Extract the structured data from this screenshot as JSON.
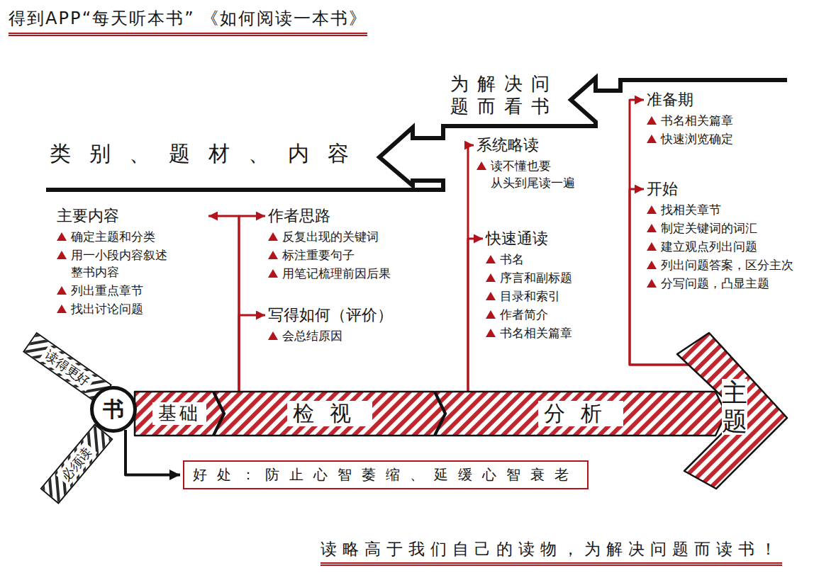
{
  "diagram": {
    "title": "得到APP“每天听本书” 《如何阅读一本书》",
    "caption": "读略高于我们自己的读物，为解决问题而读书！",
    "nodes": [
      {
        "text": [
          "为解决问 题而看书",
          "类别、题材、内容"
        ]
      },
      {
        "text": [
          "准备期",
          "书名相关篇章",
          "快速浏览确定"
        ]
      },
      {
        "text": [
          "系统略读",
          "读不懂也要 从头到尾读一遍"
        ]
      },
      {
        "text": [
          "开始",
          "找相关章节",
          "制定关键词的词汇",
          "建立观点列出问题",
          "列出问题答案，区分主次",
          "分写问题，凸显主题"
        ]
      },
      {
        "text": [
          "主要内容",
          "确定主题和分类",
          "用一小段内容叙述 整书内容",
          "列出重点章节",
          "找出讨论问题"
        ]
      },
      {
        "text": [
          "作者思路",
          "反复出现的关键词",
          "标注重要句子",
          "用笔记梳理前因后果"
        ]
      },
      {
        "text": [
          "快速通读",
          "书名",
          "序言和副标题",
          "目录和索引",
          "作者简介",
          "书名相关篇章"
        ]
      },
      {
        "text": [
          "写得如何（评价）",
          "会总结原因"
        ]
      },
      {
        "text": [
          "读得更好"
        ]
      },
      {
        "text": [
          "书"
        ]
      },
      {
        "text": [
          "基础"
        ]
      },
      {
        "text": [
          "检视"
        ]
      },
      {
        "text": [
          "分析"
        ]
      },
      {
        "text": [
          "主题"
        ]
      },
      {
        "text": [
          "必须读"
        ]
      },
      {
        "text": [
          "好处：防止心智萎缩、延缓心智衰老"
        ]
      }
    ],
    "edges": [
      {
        "from": 11,
        "to": 4,
        "arrow": "to"
      },
      {
        "from": 11,
        "to": 5,
        "arrow": "to"
      },
      {
        "from": 11,
        "to": 7,
        "arrow": "to"
      },
      {
        "from": 12,
        "to": 2,
        "arrow": "to"
      },
      {
        "from": 12,
        "to": 6,
        "arrow": "to"
      },
      {
        "from": 13,
        "to": 1,
        "arrow": "to"
      },
      {
        "from": 13,
        "to": 3,
        "arrow": "to"
      },
      {
        "from": 9,
        "to": 15,
        "arrow": "to"
      }
    ]
  }
}
